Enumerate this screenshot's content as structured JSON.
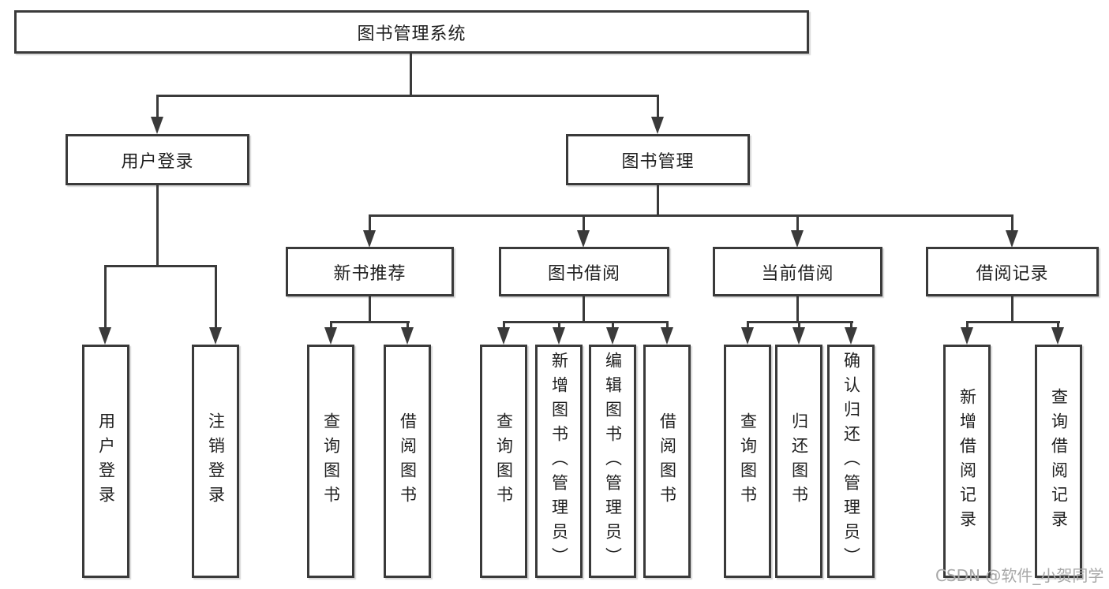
{
  "diagram": {
    "root": {
      "label": "图书管理系统"
    },
    "user_login": {
      "label": "用户登录",
      "children": [
        {
          "label": "用户登录"
        },
        {
          "label": "注销登录"
        }
      ]
    },
    "book_mgmt": {
      "label": "图书管理",
      "sections": [
        {
          "label": "新书推荐",
          "children": [
            {
              "label": "查询图书"
            },
            {
              "label": "借阅图书"
            }
          ]
        },
        {
          "label": "图书借阅",
          "children": [
            {
              "label": "查询图书"
            },
            {
              "label": "新增图书（管理员）"
            },
            {
              "label": "编辑图书（管理员）"
            },
            {
              "label": "借阅图书"
            }
          ]
        },
        {
          "label": "当前借阅",
          "children": [
            {
              "label": "查询图书"
            },
            {
              "label": "归还图书"
            },
            {
              "label": "确认归还（管理员）"
            }
          ]
        },
        {
          "label": "借阅记录",
          "children": [
            {
              "label": "新增借阅记录"
            },
            {
              "label": "查询借阅记录"
            }
          ]
        }
      ]
    }
  },
  "watermark": {
    "text": "CSDN @软件_小贺同学",
    "color": "#a8a8a8"
  },
  "colors": {
    "line": "#3a3a3a",
    "node_border": "#3a3a3a",
    "node_text": "#1f1f1f",
    "background": "#ffffff"
  }
}
